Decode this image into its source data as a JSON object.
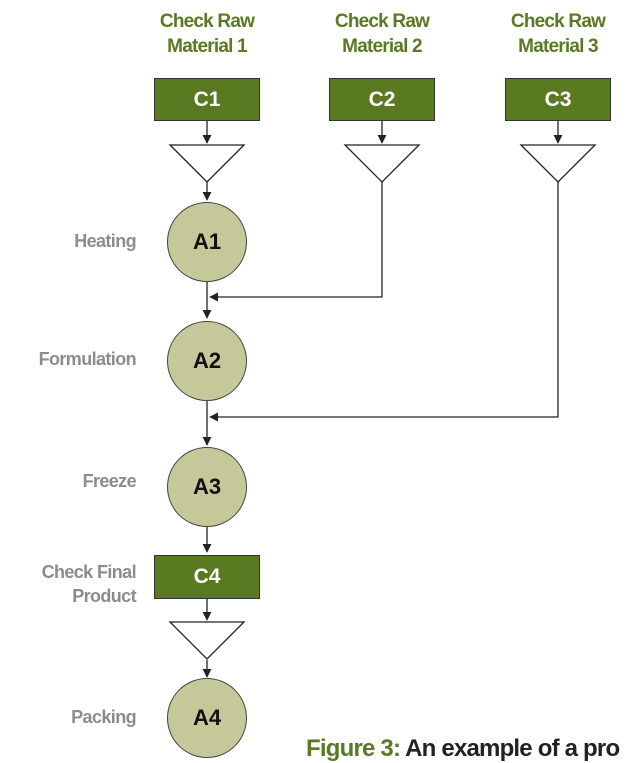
{
  "headers": [
    {
      "line1": "Check Raw",
      "line2": "Material 1"
    },
    {
      "line1": "Check Raw",
      "line2": "Material 2"
    },
    {
      "line1": "Check Raw",
      "line2": "Material 3"
    }
  ],
  "checks": [
    "C1",
    "C2",
    "C3",
    "C4"
  ],
  "activities": [
    "A1",
    "A2",
    "A3",
    "A4"
  ],
  "step_labels": {
    "heating": "Heating",
    "formulation": "Formulation",
    "freeze": "Freeze",
    "check_final_1": "Check Final",
    "check_final_2": "Product",
    "packing": "Packing"
  },
  "caption": {
    "label": "Figure 3:",
    "text": " An example of a pro"
  },
  "colors": {
    "box_fill": "#5a7a22",
    "circle_fill": "#c5c999",
    "header_text": "#5a7a22",
    "step_text": "#8c8c8c"
  }
}
